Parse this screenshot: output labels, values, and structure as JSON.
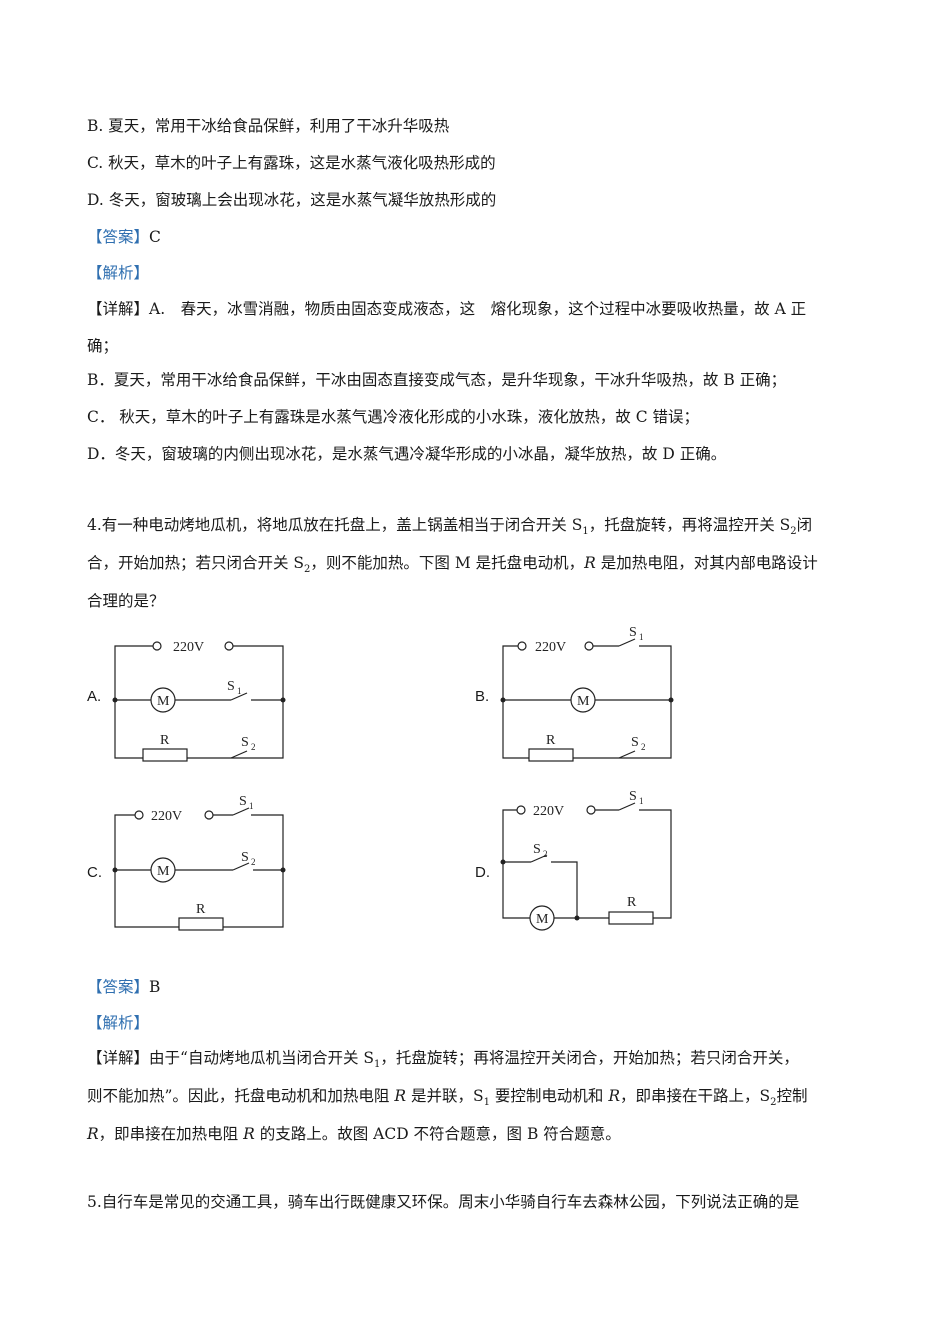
{
  "q3": {
    "optB": "B. 夏天，常用干冰给食品保鲜，利用了干冰升华吸热",
    "optC": "C. 秋天，草木的叶子上有露珠，这是水蒸气液化吸热形成的",
    "optD": "D. 冬天，窗玻璃上会出现冰花，这是水蒸气凝华放热形成的",
    "answer_tag": "【答案】",
    "answer": "C",
    "analysis_tag": "【解析】",
    "detail_tag": "【详解】",
    "d1": "A.　春天，冰雪消融，物质由固态变成液态，这　熔化现象，这个过程中冰要吸收热量，故 A 正",
    "d2": "确；",
    "d3": "B．夏天，常用干冰给食品保鲜，干冰由固态直接变成气态，是升华现象，干冰升华吸热，故 B 正确；",
    "d4": "C．  秋天，草木的叶子上有露珠是水蒸气遇冷液化形成的小水珠，液化放热，故 C 错误；",
    "d5": "D．冬天，窗玻璃的内侧出现冰花，是水蒸气遇冷凝华形成的小冰晶，凝华放热，故 D 正确。"
  },
  "q4": {
    "s1a": "4.有一种电动烤地瓜机，将地瓜放在托盘上，盖上锅盖相当于闭合开关 S",
    "s1b": "1",
    "s1c": "，托盘旋转，再将温控开关 S",
    "s1d": "2",
    "s1e": "闭",
    "s2a": "合，开始加热；若只闭合开关 S",
    "s2b": "2",
    "s2c": "，则不能加热。下图 M 是托盘电动机，",
    "s2d": "R",
    "s2e": " 是加热电阻，对其内部电路设计",
    "s3": "合理的是？",
    "opt_labels": [
      "A.",
      "B.",
      "C.",
      "D."
    ],
    "voltage": "220V",
    "motor": "M",
    "resistor": "R",
    "switch_s": "S",
    "sub1": "1",
    "sub2": "2",
    "answer_tag": "【答案】",
    "answer": "B",
    "analysis_tag": "【解析】",
    "detail_tag": "【详解】",
    "e1": "由于“自动烤地瓜机当闭合开关 S",
    "e1b": "1",
    "e1c": "，托盘旋转；再将温控开关闭合，开始加热；若只闭合开关，",
    "e2a": "则不能加热”。因此，托盘电动机和加热电阻 ",
    "e2b": "R",
    "e2c": " 是并联，S",
    "e2d": "1",
    "e2e": " 要控制电动机和 ",
    "e2f": "R",
    "e2g": "，即串接在干路上，S",
    "e2h": "2",
    "e2i": "控制",
    "e3a": "R",
    "e3b": "，即串接在加热电阻 ",
    "e3c": "R",
    "e3d": " 的支路上。故图 ACD 不符合题意，图 B 符合题意。"
  },
  "q5": {
    "s1": "5.自行车是常见的交通工具，骑车出行既健康又环保。周末小华骑自行车去森林公园，下列说法正确的是"
  }
}
